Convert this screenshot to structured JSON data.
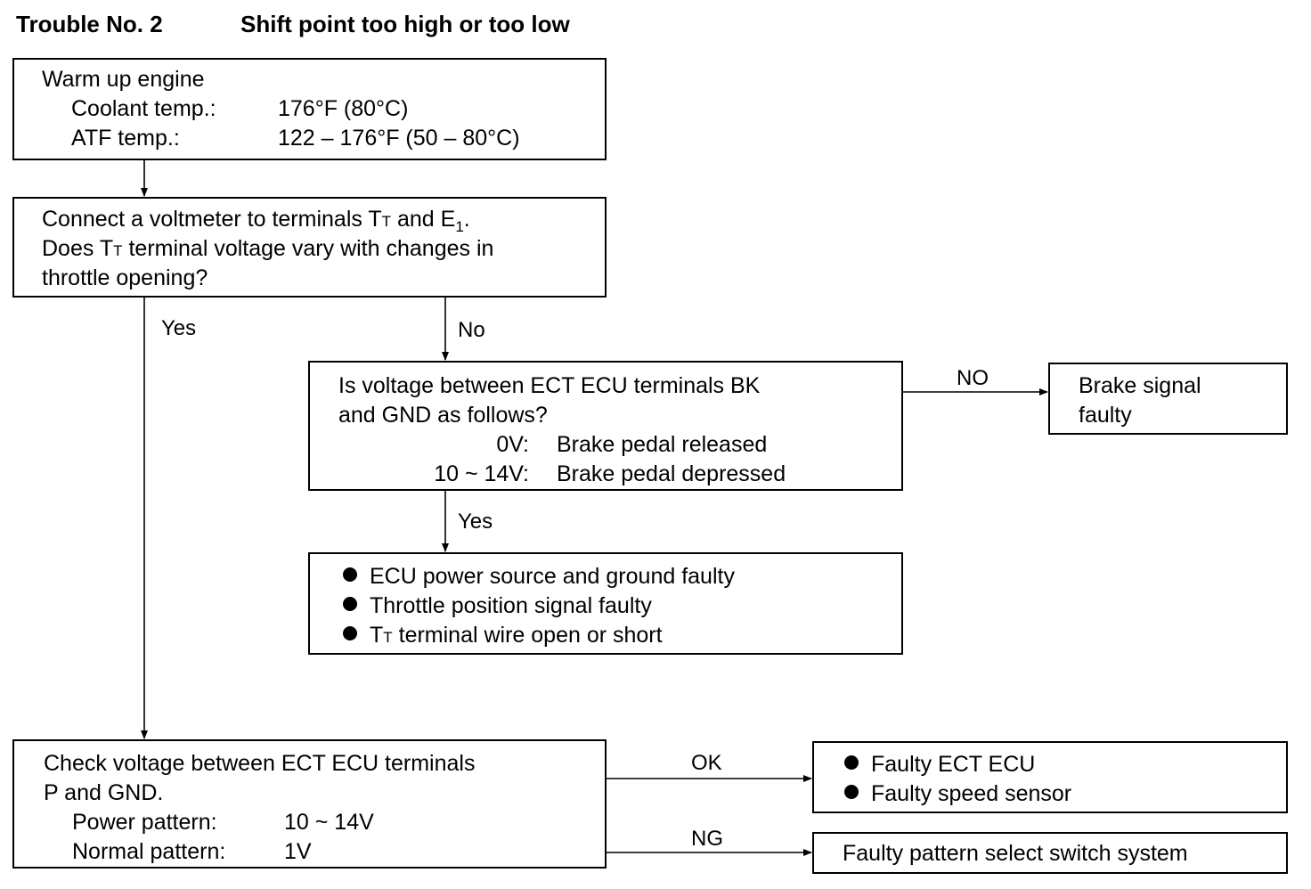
{
  "header": {
    "trouble_no": "Trouble No. 2",
    "title": "Shift point too high or too low"
  },
  "box1": {
    "line1": "Warm up engine",
    "coolant_label": "Coolant temp.:",
    "coolant_value": "176°F (80°C)",
    "atf_label": "ATF temp.:",
    "atf_value": "122 – 176°F (50 – 80°C)"
  },
  "box2": {
    "l1_a": "Connect a voltmeter to terminals T",
    "l1_sub1": "T",
    "l1_b": " and E",
    "l1_sub2": "1",
    "l1_c": ".",
    "l2_a": "Does T",
    "l2_sub": "T",
    "l2_b": " terminal voltage vary with changes in",
    "l3": "throttle opening?"
  },
  "box3": {
    "l1": "Is voltage between ECT ECU terminals BK",
    "l2": "and GND as follows?",
    "r1_value": "0V:",
    "r1_text": "Brake pedal released",
    "r2_value": "10 ~ 14V:",
    "r2_text": "Brake pedal depressed"
  },
  "box4": {
    "l1": "Brake signal",
    "l2": "faulty"
  },
  "box5": {
    "items": [
      "ECU power source and ground faulty",
      "Throttle position signal faulty"
    ],
    "item3_a": "T",
    "item3_sub": "T",
    "item3_b": " terminal wire open or short"
  },
  "box6": {
    "l1": "Check voltage between ECT ECU terminals",
    "l2": "P and GND.",
    "power_label": "Power pattern:",
    "power_value": "10 ~ 14V",
    "normal_label": "Normal pattern:",
    "normal_value": "1V"
  },
  "box7": {
    "items": [
      "Faulty ECT ECU",
      "Faulty speed sensor"
    ]
  },
  "box8": {
    "l1": "Faulty pattern select switch system"
  },
  "labels": {
    "yes_left": "Yes",
    "no_mid": "No",
    "no_right": "NO",
    "yes_mid": "Yes",
    "ok": "OK",
    "ng": "NG"
  }
}
